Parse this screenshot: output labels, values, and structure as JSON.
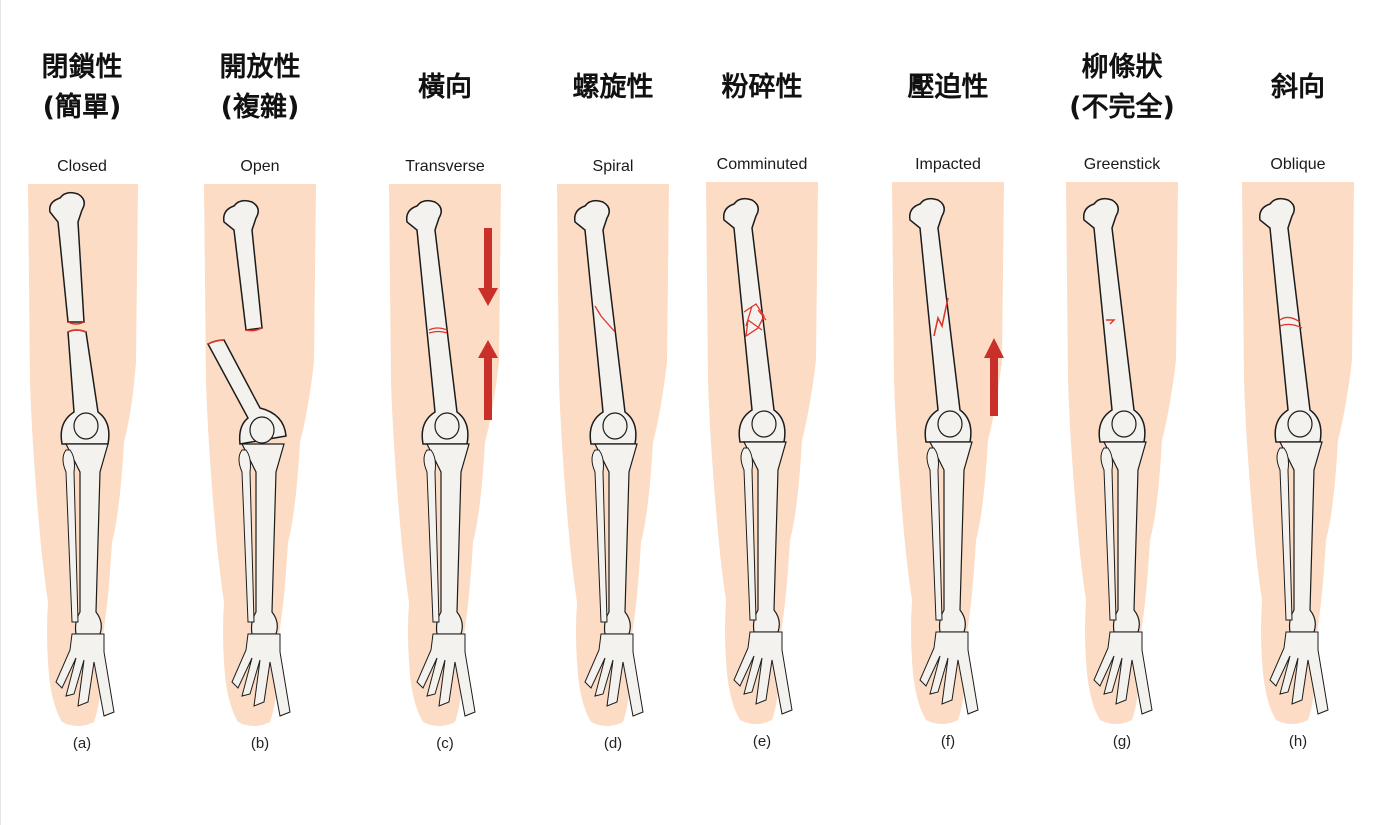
{
  "figure": {
    "skin_color": "#fcdcc4",
    "bone_color": "#f4f2ee",
    "outline_color": "#1c1c1c",
    "fracture_color": "#e0352b",
    "arrow_color": "#c9302a",
    "panels": [
      {
        "letter": "(a)",
        "zh": "閉鎖性\n(簡單)",
        "en": "Closed",
        "type": "closed",
        "arrow": "none"
      },
      {
        "letter": "(b)",
        "zh": "開放性\n(複雜)",
        "en": "Open",
        "type": "open",
        "arrow": "none"
      },
      {
        "letter": "(c)",
        "zh": "橫向",
        "en": "Transverse",
        "type": "transverse",
        "arrow": "both"
      },
      {
        "letter": "(d)",
        "zh": "螺旋性",
        "en": "Spiral",
        "type": "spiral",
        "arrow": "none"
      },
      {
        "letter": "(e)",
        "zh": "粉碎性",
        "en": "Comminuted",
        "type": "comminuted",
        "arrow": "none"
      },
      {
        "letter": "(f)",
        "zh": "壓迫性",
        "en": "Impacted",
        "type": "impacted",
        "arrow": "up"
      },
      {
        "letter": "(g)",
        "zh": "柳條狀\n(不完全)",
        "en": "Greenstick",
        "type": "greenstick",
        "arrow": "none"
      },
      {
        "letter": "(h)",
        "zh": "斜向",
        "en": "Oblique",
        "type": "oblique",
        "arrow": "none"
      }
    ]
  }
}
